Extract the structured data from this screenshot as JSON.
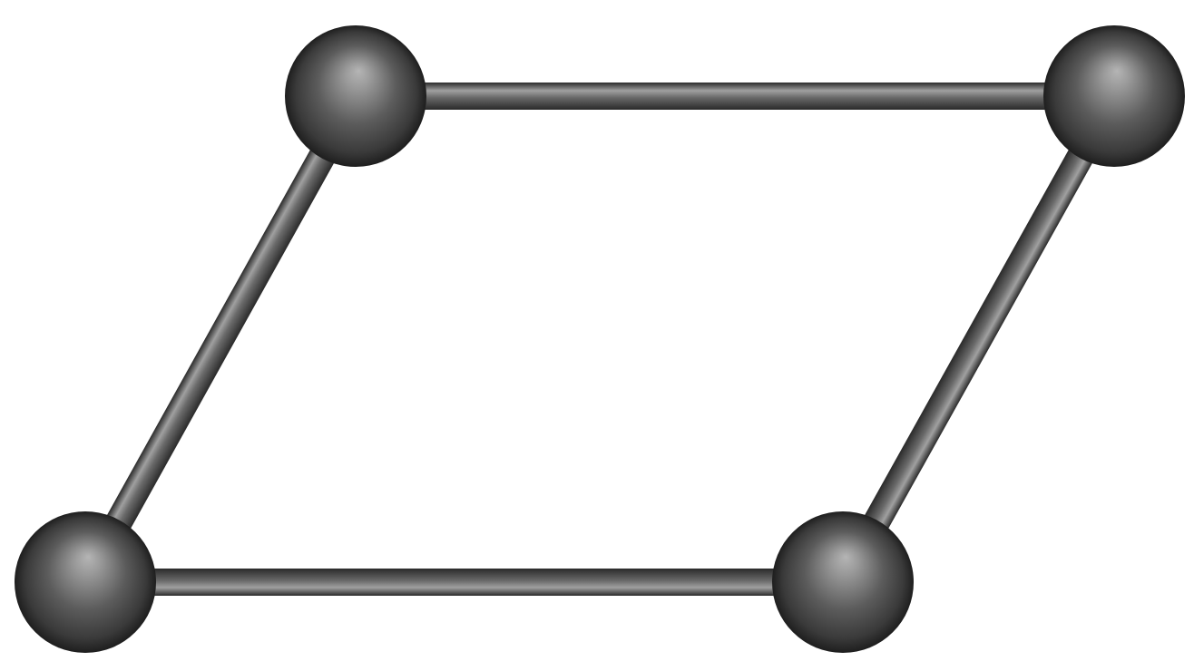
{
  "diagram": {
    "type": "ball-and-stick model",
    "shape": "parallelogram",
    "background_color": "#ffffff",
    "atoms": [
      {
        "id": "top-left"
      },
      {
        "id": "top-right"
      },
      {
        "id": "bottom-right"
      },
      {
        "id": "bottom-left"
      }
    ],
    "bonds": [
      {
        "from": "top-left",
        "to": "top-right"
      },
      {
        "from": "top-right",
        "to": "bottom-right"
      },
      {
        "from": "bottom-right",
        "to": "bottom-left"
      },
      {
        "from": "bottom-left",
        "to": "top-left"
      }
    ],
    "colors": {
      "atom_highlight": "#b5b5b5",
      "atom_mid": "#5c5c5c",
      "atom_shadow": "#1e1e1e",
      "bond_light": "#a0a0a0",
      "bond_mid": "#6a6a6a",
      "bond_dark": "#2a2a2a"
    }
  }
}
